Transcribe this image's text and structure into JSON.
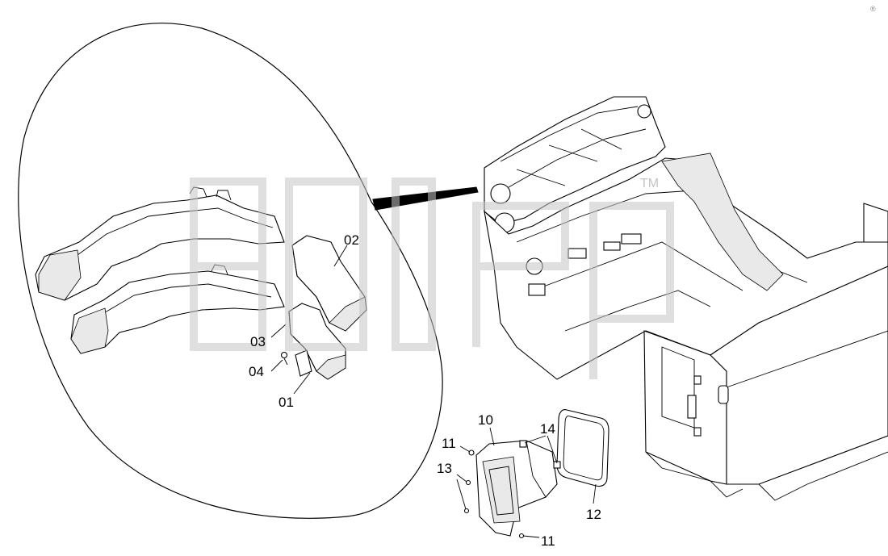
{
  "diagram": {
    "labels": {
      "l01": "01",
      "l02": "02",
      "l03": "03",
      "l04": "04",
      "l10": "10",
      "l11a": "11",
      "l11b": "11",
      "l12": "12",
      "l13": "13",
      "l14": "14"
    },
    "watermark": {
      "text": "TM",
      "tick_text": "®"
    }
  }
}
